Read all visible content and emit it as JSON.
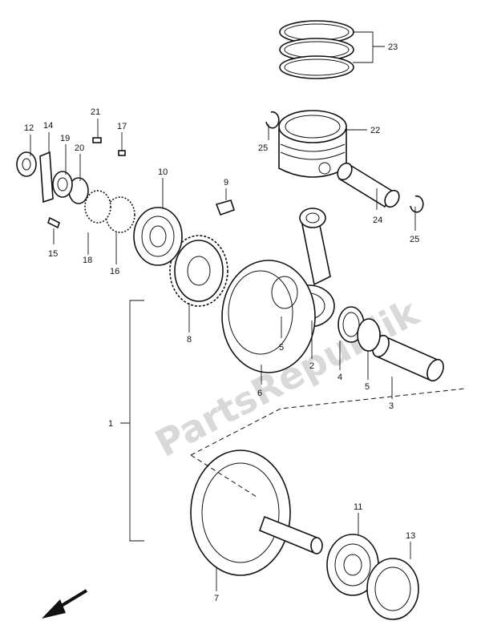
{
  "watermark": "PartsRepublik",
  "callouts": {
    "c1": "1",
    "c2": "2",
    "c3": "3",
    "c4": "4",
    "c5a": "5",
    "c5b": "5",
    "c6": "6",
    "c7": "7",
    "c8": "8",
    "c9": "9",
    "c10": "10",
    "c11": "11",
    "c12": "12",
    "c13": "13",
    "c14": "14",
    "c15": "15",
    "c16": "16",
    "c17": "17",
    "c18": "18",
    "c19": "19",
    "c20": "20",
    "c21": "21",
    "c22": "22",
    "c23": "23",
    "c24": "24",
    "c25a": "25",
    "c25b": "25"
  }
}
